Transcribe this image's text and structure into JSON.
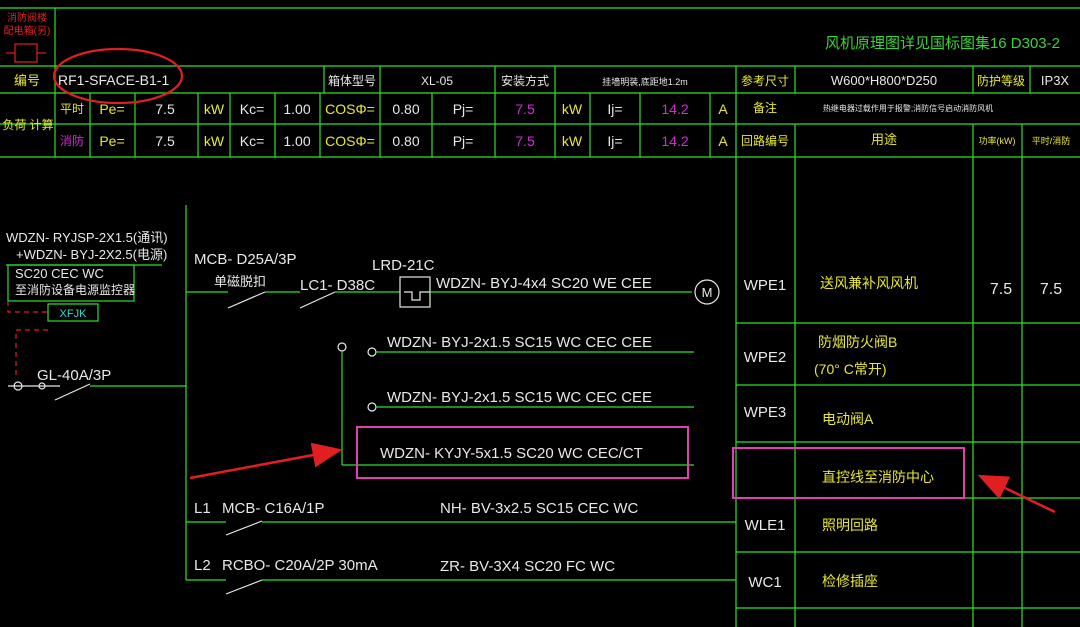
{
  "title_block": {
    "fire_box_label_1": "消防阀楼",
    "fire_box_label_2": "配电箱(另)",
    "note": "风机原理图详见国标图集16 D303-2"
  },
  "header_row": {
    "label_no": "编号",
    "box_id": "RF1-SFACE-B1-1",
    "label_box_model": "箱体型号",
    "box_model": "XL-05",
    "label_install": "安装方式",
    "install": "挂墙明装,底距地1.2m",
    "label_ref_size": "参考尺寸",
    "ref_size": "W600*H800*D250",
    "label_protection": "防护等级",
    "protection": "IP3X"
  },
  "load_calc": {
    "label": "负荷 计算",
    "rows": [
      {
        "mode": "平时",
        "pe_label": "Pe=",
        "pe": "7.5",
        "pe_unit": "kW",
        "kc_label": "Kc=",
        "kc": "1.00",
        "cos_label": "COSΦ=",
        "cos": "0.80",
        "pj_label": "Pj=",
        "pj": "7.5",
        "pj_unit": "kW",
        "ij_label": "Ij=",
        "ij": "14.2",
        "ij_unit": "A",
        "col_label": "备注",
        "col_value": "热继电器过载作用于报警;消防信号启动消防风机"
      },
      {
        "mode": "消防",
        "pe_label": "Pe=",
        "pe": "7.5",
        "pe_unit": "kW",
        "kc_label": "Kc=",
        "kc": "1.00",
        "cos_label": "COSΦ=",
        "cos": "0.80",
        "pj_label": "Pj=",
        "pj": "7.5",
        "pj_unit": "kW",
        "ij_label": "Ij=",
        "ij": "14.2",
        "ij_unit": "A",
        "col_label": "回路编号",
        "col_value": "用途",
        "power_label": "功率(kW)",
        "mode_label": "平时/消防"
      }
    ]
  },
  "incoming": {
    "cable_1": "WDZN- RYJSP-2X1.5(通讯)",
    "cable_2": "+WDZN- BYJ-2X2.5(电源)",
    "conduit": "SC20  CEC  WC",
    "to": "至消防设备电源监控器",
    "monitor": "XFJK",
    "main_switch": "GL-40A/3P"
  },
  "circuits": {
    "mcb_1": "MCB- D25A/3P",
    "mcb_1_note": "单磁脱扣",
    "contactor": "LC1- D38C",
    "thermal_relay": "LRD-21C",
    "motor_cable": "WDZN- BYJ-4x4   SC20   WE  CEE",
    "motor_symbol": "M",
    "ctrl_cable_1": "WDZN- BYJ-2x1.5  SC15  WC  CEC  CEE",
    "ctrl_cable_2": "WDZN- BYJ-2x1.5  SC15  WC  CEC  CEE",
    "direct_cable": "WDZN- KYJY-5x1.5  SC20  WC  CEC/CT",
    "l1_label": "L1",
    "l1_breaker": "MCB- C16A/1P",
    "l1_cable": "NH- BV-3x2.5  SC15  CEC  WC",
    "l2_label": "L2",
    "l2_breaker": "RCBO- C20A/2P  30mA",
    "l2_cable": "ZR- BV-3X4  SC20  FC  WC"
  },
  "right_table": {
    "rows": [
      {
        "code": "WPE1",
        "use": "送风兼补风风机",
        "use2": "",
        "power": "7.5",
        "power2": "7.5"
      },
      {
        "code": "WPE2",
        "use": "防烟防火阀B",
        "use2": "(70° C常开)",
        "power": "",
        "power2": ""
      },
      {
        "code": "WPE3",
        "use": "电动阀A",
        "use2": "",
        "power": "",
        "power2": ""
      },
      {
        "code": "",
        "use": "直控线至消防中心",
        "use2": "",
        "power": "",
        "power2": ""
      },
      {
        "code": "WLE1",
        "use": "照明回路",
        "use2": "",
        "power": "",
        "power2": ""
      },
      {
        "code": "WC1",
        "use": "检修插座",
        "use2": "",
        "power": "",
        "power2": ""
      }
    ]
  },
  "colors": {
    "background": "#000000",
    "line": "#2ee02e",
    "highlight": "#e040b0",
    "arrow": "#e02020",
    "value": "#d42ad4"
  }
}
